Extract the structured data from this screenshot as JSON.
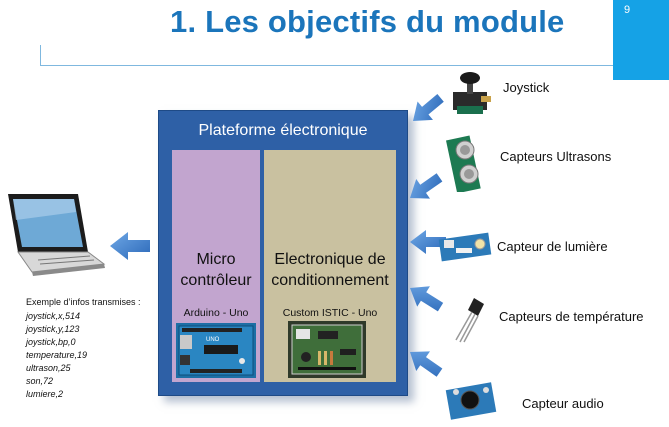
{
  "header": {
    "title": "1.   Les objectifs du module",
    "page_number": "9"
  },
  "platform": {
    "title": "Plateforme électronique",
    "micro": {
      "label_line1": "Micro",
      "label_line2": "contrôleur",
      "board": "Arduino - Uno"
    },
    "conditioning": {
      "label_line1": "Electronique de",
      "label_line2": "conditionnement",
      "board": "Custom ISTIC - Uno"
    }
  },
  "sensors": [
    {
      "label": "Joystick",
      "icon": "joystick-icon"
    },
    {
      "label": "Capteurs Ultrasons",
      "icon": "ultrasonic-sensor-icon"
    },
    {
      "label": "Capteur de lumière",
      "icon": "light-sensor-icon"
    },
    {
      "label": "Capteurs de température",
      "icon": "temperature-sensor-icon"
    },
    {
      "label": "Capteur audio",
      "icon": "audio-sensor-icon"
    }
  ],
  "examples": {
    "title": "Exemple d’infos transmises :",
    "lines": [
      "joystick,x,514",
      "joystick,y,123",
      "joystick,bp,0",
      "temperature,19",
      "ultrason,25",
      "son,72",
      "lumiere,2"
    ]
  },
  "colors": {
    "title": "#1b75bb",
    "badge": "#15a2e6",
    "platform": "#2e60a6",
    "micro_box": "#c2a5cf",
    "conditioning_box": "#c9c1a0",
    "arrow": "#3d7fcf"
  }
}
